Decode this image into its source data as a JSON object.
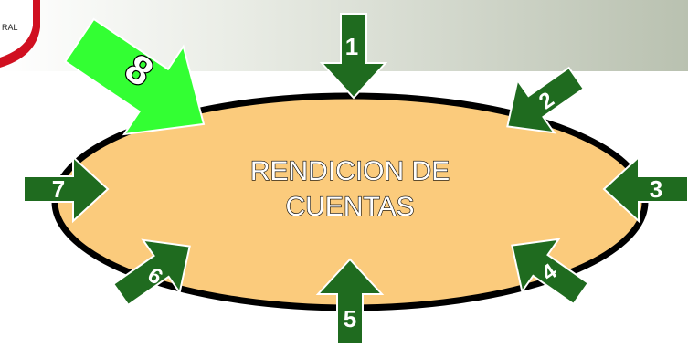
{
  "logo": {
    "text": "RAL"
  },
  "center": {
    "line1": "RENDICION DE",
    "line2": "CUENTAS"
  },
  "arrows": [
    {
      "id": "arrow-1",
      "label": "1"
    },
    {
      "id": "arrow-2",
      "label": "2"
    },
    {
      "id": "arrow-3",
      "label": "3"
    },
    {
      "id": "arrow-4",
      "label": "4"
    },
    {
      "id": "arrow-5",
      "label": "5"
    },
    {
      "id": "arrow-6",
      "label": "6"
    },
    {
      "id": "arrow-7",
      "label": "7"
    },
    {
      "id": "arrow-8",
      "label": "8"
    }
  ],
  "colors": {
    "ellipse_fill": "#fbcb7c",
    "ellipse_stroke": "#000000",
    "arrow_green": "#1f6b1f",
    "arrow_highlight": "#33ff33",
    "banner_gradient_start": "#ffffff",
    "banner_gradient_end": "#b9c1b0",
    "logo_red": "#d01020"
  }
}
